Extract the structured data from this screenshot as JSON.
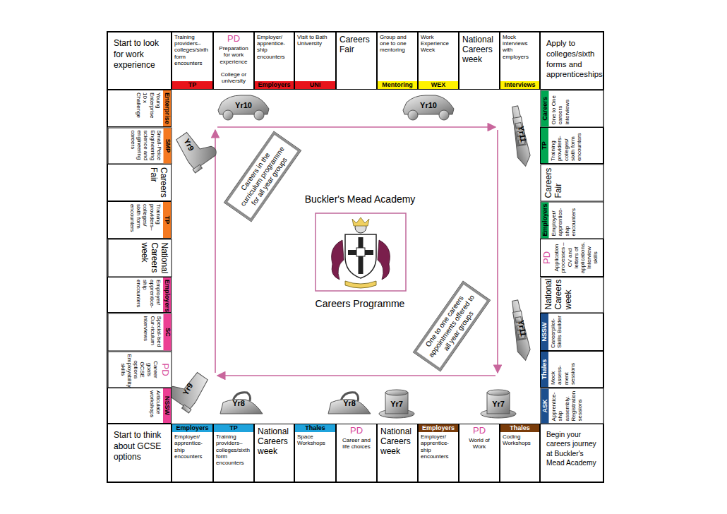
{
  "diagram": {
    "nodes": [
      {
        "text": [
          "Start to look for work experience"
        ]
      },
      {
        "text": [
          "TP",
          "Training providers–colleges/sixth form encounters"
        ]
      },
      {
        "text": [
          "PD",
          "Preparation for work experience",
          "College or university"
        ]
      },
      {
        "text": [
          "Employers",
          "Employer/ apprentice-ship encounters"
        ]
      },
      {
        "text": [
          "UNI",
          "Visit to Bath University"
        ]
      },
      {
        "text": [
          "Careers Fair"
        ]
      },
      {
        "text": [
          "Mentoring",
          "Group and one to one mentoring"
        ]
      },
      {
        "text": [
          "WEX",
          "Work Experience Week"
        ]
      },
      {
        "text": [
          "National Careers week"
        ]
      },
      {
        "text": [
          "Interviews",
          "Mock interviews with employers"
        ]
      },
      {
        "text": [
          "Apply to colleges/sixth forms and apprenticeships"
        ]
      },
      {
        "text": [
          "Enterprise",
          "Young Enterprise 10 x Challenge"
        ]
      },
      {
        "text": [
          "SMP",
          "Small-Peice Engineering science and engineering careers"
        ]
      },
      {
        "text": [
          "Careers Fair"
        ]
      },
      {
        "text": [
          "TP",
          "Training providers–colleges/ sixth form encounters"
        ]
      },
      {
        "text": [
          "National Careers week"
        ]
      },
      {
        "text": [
          "Employers",
          "Employer/ apprentice-ship encounters"
        ]
      },
      {
        "text": [
          "SC",
          "Special-ised Cur-riculum interviews"
        ]
      },
      {
        "text": [
          "PD",
          "Career goals GCSE options Employability skills"
        ]
      },
      {
        "text": [
          "NSSW",
          "Articulate workshops"
        ]
      },
      {
        "text": [
          "Careers",
          "One to One careers interviews"
        ]
      },
      {
        "text": [
          "TP",
          "Training providers-colleges/ sixth form encounters"
        ]
      },
      {
        "text": [
          "Careers Fair"
        ]
      },
      {
        "text": [
          "Employers",
          "Employer/ apprentice-ship encounters"
        ]
      },
      {
        "text": [
          "PD",
          "Application processes – CV and letters of applications. Interview skills"
        ]
      },
      {
        "text": [
          "National Careers week"
        ]
      },
      {
        "text": [
          "NSSW",
          "Careerpilot-Skills Builder"
        ]
      },
      {
        "text": [
          "Thales",
          "Mock assess-ment sessions"
        ]
      },
      {
        "text": [
          "ASK",
          "Apprentice-ship assembly. Registration sessions"
        ]
      },
      {
        "text": [
          "Careers in the curriculum programme for all year groups"
        ]
      },
      {
        "text": [
          "One to one careers appointments offered to all year groups"
        ]
      },
      {
        "text": [
          "Start to think about GCSE options"
        ]
      },
      {
        "text": [
          "Employers",
          "Employer/ apprentice-ship encounters"
        ]
      },
      {
        "text": [
          "TP",
          "Training providers–colleges/sixth form encounters"
        ]
      },
      {
        "text": [
          "National Careers week"
        ]
      },
      {
        "text": [
          "Thales",
          "Space Workshops"
        ]
      },
      {
        "text": [
          "PD",
          "Career and life choices"
        ]
      },
      {
        "text": [
          "National Careers week"
        ]
      },
      {
        "text": [
          "Employers",
          "Employer/ apprentice-ship encounters"
        ]
      },
      {
        "text": [
          "PD",
          "World of Work"
        ]
      },
      {
        "text": [
          "Thales",
          "Coding Workshops"
        ]
      },
      {
        "text": [
          "Begin your careers journey at Buckler's Mead Academy"
        ]
      }
    ],
    "labels": [
      "Yr10",
      "Yr10",
      "Yr9",
      "Yr11",
      "Buckler's Mead Academy",
      "Yr11",
      "Careers Programme",
      "Yr9",
      "Yr8",
      "Yr8",
      "Yr7",
      "Yr7"
    ]
  }
}
